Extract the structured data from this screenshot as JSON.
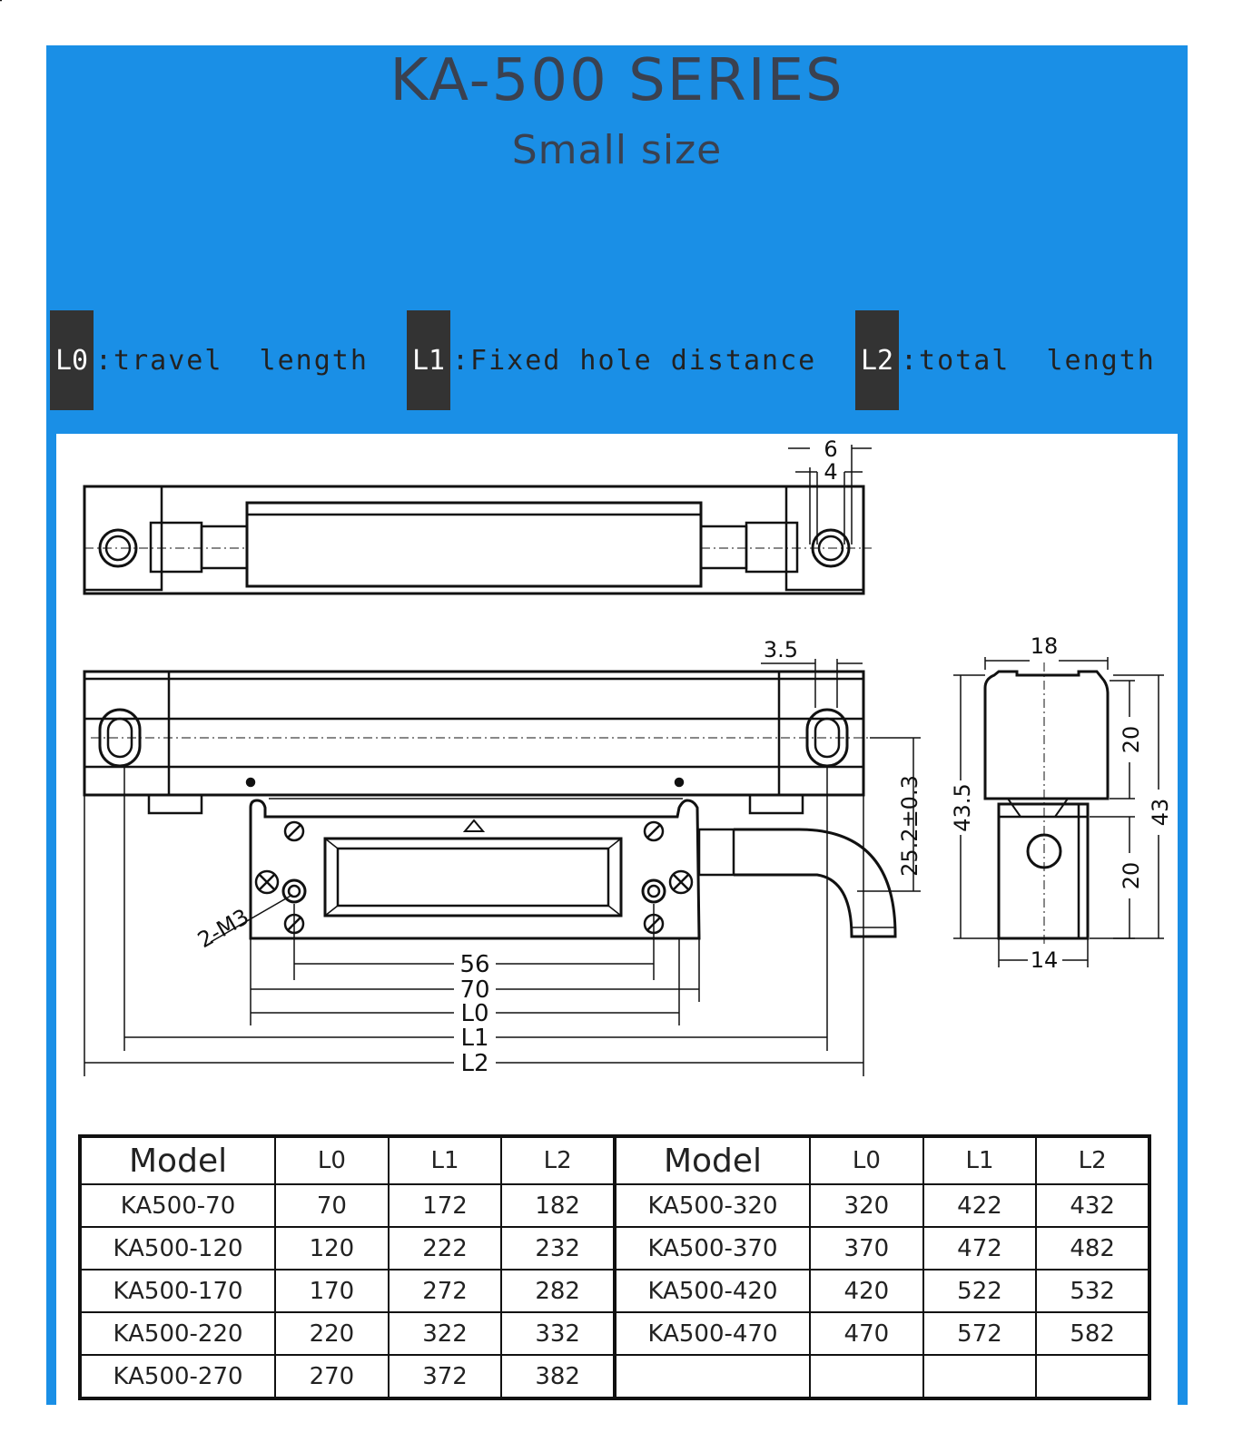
{
  "header": {
    "title": "KA-500 SERIES",
    "subtitle": "Small size"
  },
  "legend": [
    {
      "tag": "L0",
      "text": ":travel  length"
    },
    {
      "tag": "L1",
      "text": ":Fixed hole distance"
    },
    {
      "tag": "L2",
      "text": ":total  length"
    }
  ],
  "drawing": {
    "dims": {
      "d6": "6",
      "d4": "4",
      "d3_5": "3.5",
      "d18": "18",
      "d20_top": "20",
      "d20_bottom": "20",
      "d43_5": "43.5",
      "d43": "43",
      "d25_2": "25.2±0.3",
      "d14": "14",
      "m3": "2-M3",
      "d56": "56",
      "d70": "70",
      "L0": "L0",
      "L1": "L1",
      "L2": "L2"
    }
  },
  "table": {
    "headers": [
      "Model",
      "L0",
      "L1",
      "L2"
    ],
    "left": [
      [
        "KA500-70",
        "70",
        "172",
        "182"
      ],
      [
        "KA500-120",
        "120",
        "222",
        "232"
      ],
      [
        "KA500-170",
        "170",
        "272",
        "282"
      ],
      [
        "KA500-220",
        "220",
        "322",
        "332"
      ],
      [
        "KA500-270",
        "270",
        "372",
        "382"
      ]
    ],
    "right": [
      [
        "KA500-320",
        "320",
        "422",
        "432"
      ],
      [
        "KA500-370",
        "370",
        "472",
        "482"
      ],
      [
        "KA500-420",
        "420",
        "522",
        "532"
      ],
      [
        "KA500-470",
        "470",
        "572",
        "582"
      ],
      [
        "",
        "",
        "",
        ""
      ]
    ]
  }
}
